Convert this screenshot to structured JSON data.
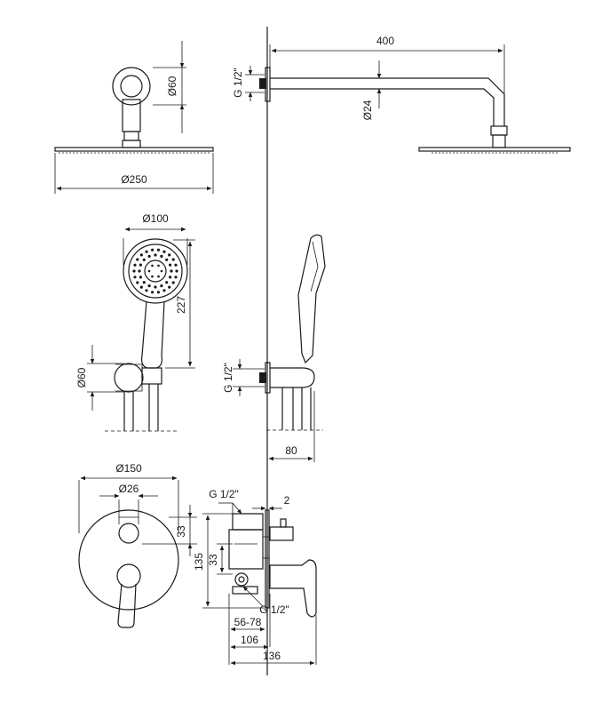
{
  "dimensions": {
    "arm_length": "400",
    "head_mount_dia": "Ø60",
    "arm_dia": "Ø24",
    "thread_top": "G 1/2\"",
    "head_dia": "Ø250",
    "hand_dia": "Ø100",
    "hand_length": "227",
    "holder_dia": "Ø60",
    "thread_mid": "G 1/2\"",
    "holder_depth": "80",
    "mixer_plate_dia": "Ø150",
    "mixer_knob_dia": "Ø26",
    "knob_offset": "33",
    "thread_mixer_top": "G 1/2\"",
    "plate_gap": "2",
    "mixer_height": "135",
    "mixer_inner": "33",
    "thread_mixer_bottom": "G 1/2\"",
    "depth_range": "56-78",
    "depth_106": "106",
    "depth_136": "136"
  }
}
